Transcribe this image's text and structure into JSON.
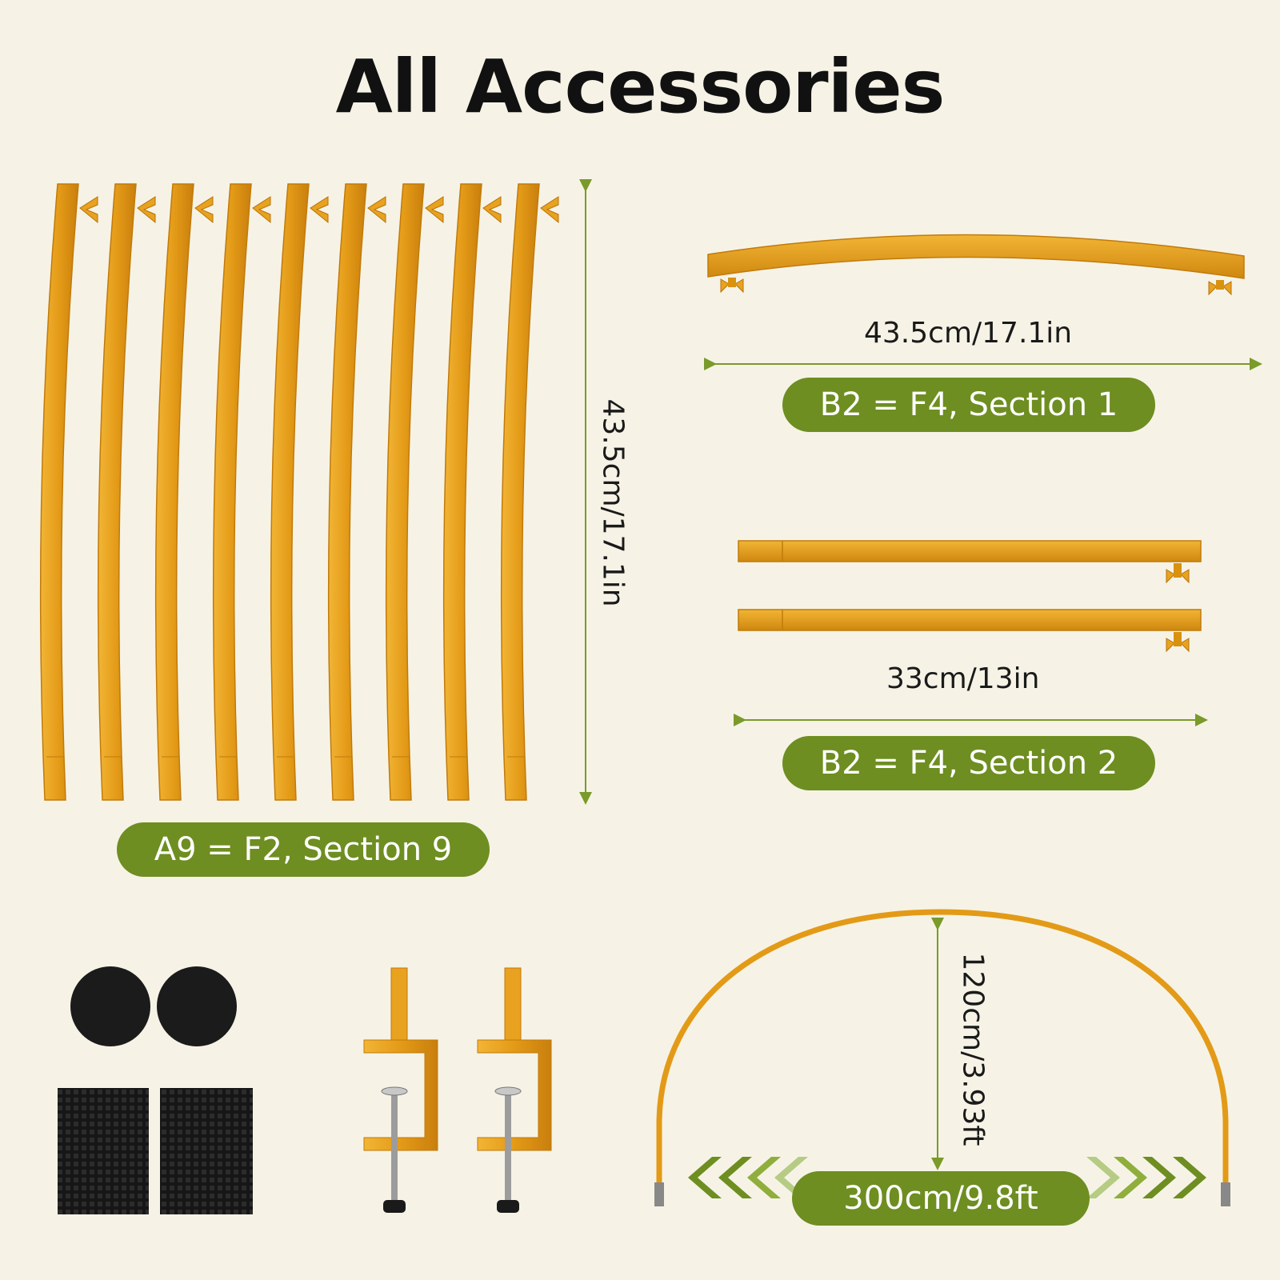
{
  "title": "All Accessories",
  "dimensions": {
    "a_length": "43.5cm/17.1in",
    "b1_length": "43.5cm/17.1in",
    "b2_length": "33cm/13in",
    "arch_height": "120cm/3.93ft"
  },
  "labels": {
    "a9": "A9 = F2, Section 9",
    "b2_section1": "B2 = F4, Section 1",
    "b2_section2": "B2 = F4, Section 2",
    "arch_width": "300cm/9.8ft"
  },
  "colors": {
    "background": "#f6f3e6",
    "tube": "#e8a21f",
    "pill": "#6e8e21",
    "dim_line": "#7a9a2a"
  },
  "counts": {
    "curved_poles": 9,
    "straight_poles": 2,
    "clamps": 2,
    "round_pads": 2,
    "square_pads": 2
  }
}
